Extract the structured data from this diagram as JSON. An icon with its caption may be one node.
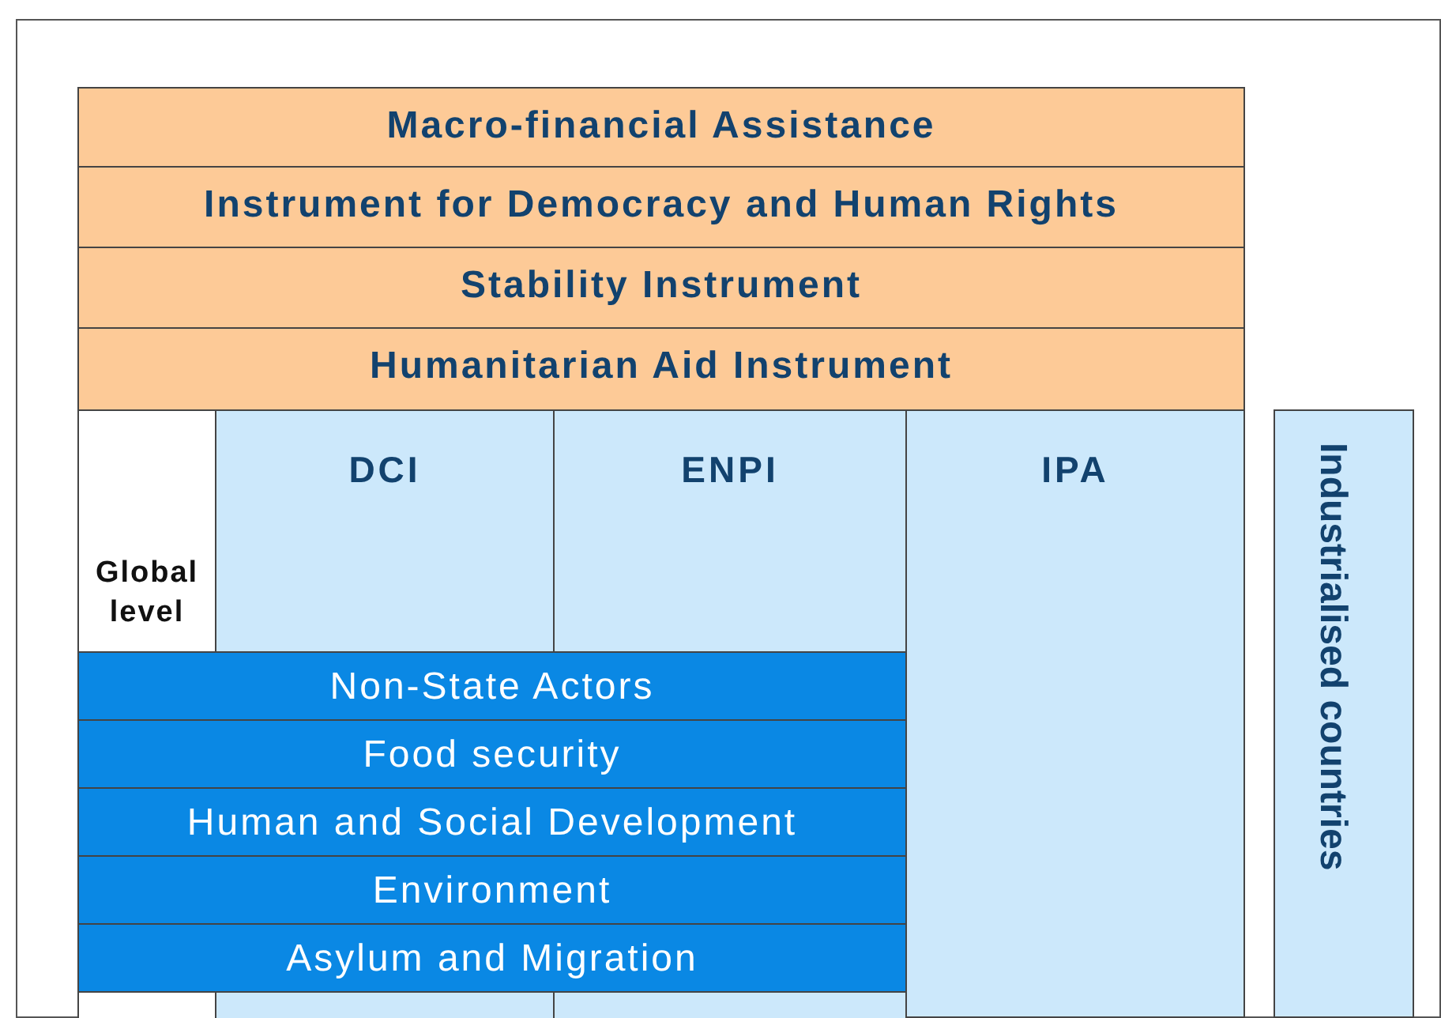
{
  "diagram": {
    "nodes": [
      {
        "text": [
          "Macro-financial Assistance"
        ]
      },
      {
        "text": [
          "Instrument for Democracy and Human Rights"
        ]
      },
      {
        "text": [
          "Stability Instrument"
        ]
      },
      {
        "text": [
          "Humanitarian Aid Instrument"
        ]
      },
      {
        "text": [
          "Global level"
        ]
      },
      {
        "text": [
          "DCI"
        ]
      },
      {
        "text": [
          "ENPI"
        ]
      },
      {
        "text": [
          "IPA"
        ]
      },
      {
        "text": [
          "Industrialised countries"
        ]
      },
      {
        "text": [
          "Non-State Actors"
        ]
      },
      {
        "text": [
          "Food security"
        ]
      },
      {
        "text": [
          "Human and Social Development"
        ]
      },
      {
        "text": [
          "Environment"
        ]
      },
      {
        "text": [
          "Asylum and Migration"
        ]
      },
      {
        "text": [],
        "shape": "box"
      },
      {
        "text": [],
        "shape": "box"
      },
      {
        "text": [],
        "shape": "box"
      }
    ],
    "edges": []
  }
}
